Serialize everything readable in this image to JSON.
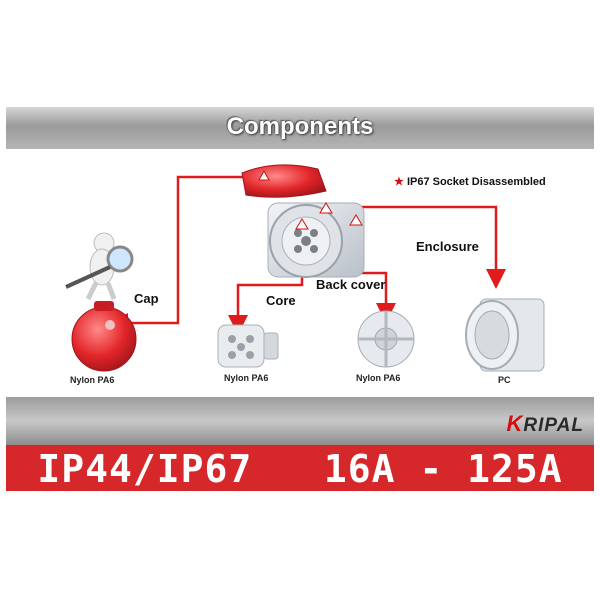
{
  "title": "Components",
  "legend_note": {
    "marker": "★",
    "text": "IP67 Socket Disassembled"
  },
  "components": [
    {
      "name": "Cap",
      "material": "Nylon PA6",
      "icon": "red-cap-icon"
    },
    {
      "name": "Core",
      "material": "Nylon PA6",
      "icon": "core-insert-icon"
    },
    {
      "name": "Back cover",
      "material": "Nylon PA6",
      "icon": "back-cover-icon"
    },
    {
      "name": "Enclosure",
      "material": "PC",
      "icon": "enclosure-icon"
    }
  ],
  "brand": {
    "initial": "K",
    "rest": "RIPAL"
  },
  "banner": {
    "text": "IP44/IP67   16A - 125A"
  },
  "colors": {
    "accent": "#d6272a",
    "arrow": "#e01b1b",
    "plastic": "#d8dde3"
  }
}
